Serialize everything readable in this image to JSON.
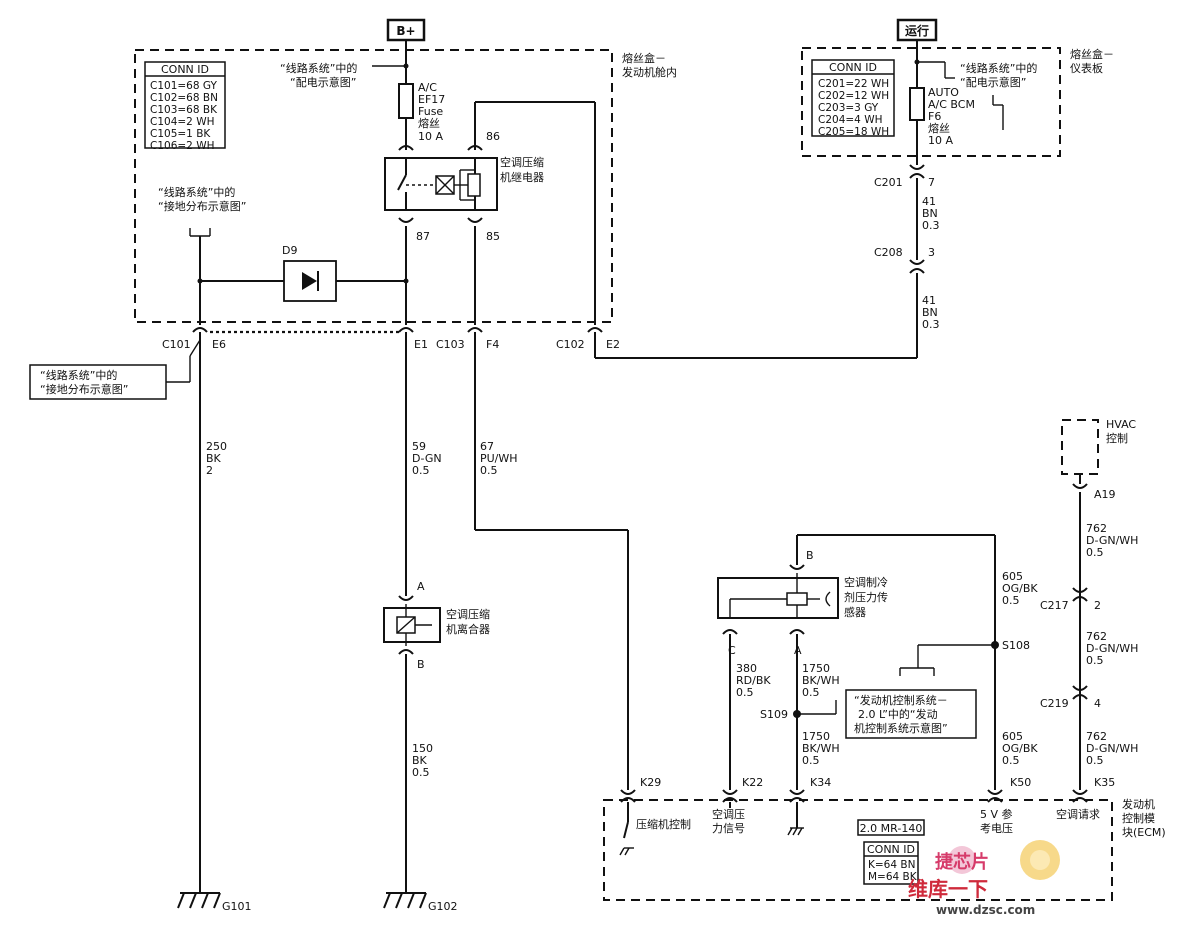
{
  "power": {
    "battery": "B+",
    "run": "运行"
  },
  "fuse_box_engine": {
    "label_line1": "熔丝盒－",
    "label_line2": "发动机舱内",
    "conn_id_title": "CONN ID",
    "conn_ids": [
      "C101=68 GY",
      "C102=68 BN",
      "C103=68 BK",
      "C104=2 WH",
      "C105=1 BK",
      "C106=2 WH"
    ],
    "ref_power_line1": "“线路系统”中的",
    "ref_power_line2": "“配电示意图”",
    "fuse_line1": "A/C",
    "fuse_line2": "EF17",
    "fuse_line3": "Fuse",
    "fuse_line4": "熔丝",
    "fuse_line5": "10 A",
    "relay_label_line1": "空调压缩",
    "relay_label_line2": "机继电器",
    "pin_86": "86",
    "pin_87": "87",
    "pin_85": "85",
    "diode": "D9",
    "ref_ground_line1": "“线路系统”中的",
    "ref_ground_line2": "“接地分布示意图”"
  },
  "fuse_box_ip": {
    "label_line1": "熔丝盒－",
    "label_line2": "仪表板",
    "conn_id_title": "CONN ID",
    "conn_ids": [
      "C201=22 WH",
      "C202=12 WH",
      "C203=3 GY",
      "C204=4 WH",
      "C205=18 WH"
    ],
    "ref_power_line1": "“线路系统”中的",
    "ref_power_line2": "“配电示意图”",
    "fuse_line1": "AUTO",
    "fuse_line2": "A/C BCM",
    "fuse_line3": "F6",
    "fuse_line4": "熔丝",
    "fuse_line5": "10 A"
  },
  "connectors": {
    "c201": "C201",
    "c201_pin": "7",
    "c208": "C208",
    "c208_pin": "3",
    "c101": "C101",
    "c101_pin": "E6",
    "e1": "E1",
    "c103": "C103",
    "c103_pin": "F4",
    "c102": "C102",
    "c102_pin": "E2",
    "c217": "C217",
    "c217_pin": "2",
    "c219": "C219",
    "c219_pin": "4",
    "a19": "A19"
  },
  "wires": {
    "w41a": [
      "41",
      "BN",
      "0.3"
    ],
    "w41b": [
      "41",
      "BN",
      "0.3"
    ],
    "w250": [
      "250",
      "BK",
      "2"
    ],
    "w59": [
      "59",
      "D-GN",
      "0.5"
    ],
    "w67": [
      "67",
      "PU/WH",
      "0.5"
    ],
    "w150": [
      "150",
      "BK",
      "0.5"
    ],
    "w605a": [
      "605",
      "OG/BK",
      "0.5"
    ],
    "w605b": [
      "605",
      "OG/BK",
      "0.5"
    ],
    "w380": [
      "380",
      "RD/BK",
      "0.5"
    ],
    "w1750a": [
      "1750",
      "BK/WH",
      "0.5"
    ],
    "w1750b": [
      "1750",
      "BK/WH",
      "0.5"
    ],
    "w762a": [
      "762",
      "D-GN/WH",
      "0.5"
    ],
    "w762b": [
      "762",
      "D-GN/WH",
      "0.5"
    ],
    "w762c": [
      "762",
      "D-GN/WH",
      "0.5"
    ]
  },
  "ground_ref_left": {
    "line1": "“线路系统”中的",
    "line2": "“接地分布示意图”"
  },
  "clutch": {
    "label_line1": "空调压缩",
    "label_line2": "机离合器",
    "pin_a": "A",
    "pin_b": "B"
  },
  "pressure_sensor": {
    "label_line1": "空调制冷",
    "label_line2": "剂压力传",
    "label_line3": "感器",
    "pin_b": "B",
    "pin_c": "C",
    "pin_a": "A"
  },
  "splices": {
    "s108": "S108",
    "s109": "S109"
  },
  "ecm_ref": {
    "line1": "“发动机控制系统－",
    "line2": "2.0 L”中的“发动",
    "line3": "机控制系统示意图”"
  },
  "hvac": {
    "line1": "HVAC",
    "line2": "控制"
  },
  "ecm": {
    "label_line1": "发动机",
    "label_line2": "控制模",
    "label_line3": "块(ECM)",
    "engine_code": "2.0 MR-140",
    "conn_id_title": "CONN ID",
    "conn_ids": [
      "K=64 BN",
      "M=64 BK"
    ],
    "pins": {
      "k29": "K29",
      "k22": "K22",
      "k34": "K34",
      "k50": "K50",
      "k35": "K35"
    },
    "compressor_control": "压缩机控制",
    "pressure_signal_line1": "空调压",
    "pressure_signal_line2": "力信号",
    "ref5v_line1": "5 V 参",
    "ref5v_line2": "考电压",
    "ac_request": "空调请求"
  },
  "grounds": {
    "g101": "G101",
    "g102": "G102"
  },
  "watermark": {
    "logo_text": "捷芯片",
    "brand": "维库一下",
    "url": "www.dzsc.com"
  }
}
